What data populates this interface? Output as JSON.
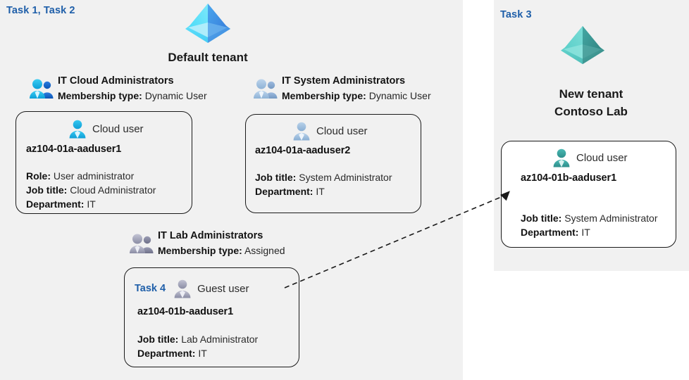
{
  "left_panel": {
    "task_label": "Task 1, Task 2",
    "tenant": {
      "icon": "azure-ad-tenant-diamond-icon",
      "caption": "Default tenant"
    },
    "groups": [
      {
        "icon": "group-users-icon",
        "name": "IT Cloud Administrators",
        "attr_label": "Membership type:",
        "attr_value": "Dynamic User"
      },
      {
        "icon": "group-users-icon",
        "name": "IT System Administrators",
        "attr_label": "Membership type:",
        "attr_value": "Dynamic User"
      },
      {
        "icon": "group-users-icon",
        "name": "IT Lab Administrators",
        "attr_label": "Membership type:",
        "attr_value": "Assigned"
      }
    ],
    "cards": [
      {
        "user_icon": "cloud-user-icon",
        "user_type": "Cloud user",
        "name": "az104-01a-aaduser1",
        "attrs": [
          {
            "label": "Role:",
            "value": "User administrator"
          },
          {
            "label": "Job title:",
            "value": "Cloud Administrator"
          },
          {
            "label": "Department:",
            "value": "IT"
          }
        ]
      },
      {
        "user_icon": "cloud-user-icon",
        "user_type": "Cloud user",
        "name": "az104-01a-aaduser2",
        "attrs": [
          {
            "label": "Job title:",
            "value": "System Administrator"
          },
          {
            "label": "Department:",
            "value": "IT"
          }
        ]
      },
      {
        "inline_task": "Task 4",
        "user_icon": "guest-user-icon",
        "user_type": "Guest user",
        "name": "az104-01b-aaduser1",
        "attrs": [
          {
            "label": "Job title:",
            "value": "Lab Administrator"
          },
          {
            "label": "Department:",
            "value": "IT"
          }
        ]
      }
    ]
  },
  "right_panel": {
    "task_label": "Task 3",
    "tenant": {
      "icon": "azure-ad-tenant-diamond-icon",
      "caption_line1": "New  tenant",
      "caption_line2": "Contoso Lab"
    },
    "card": {
      "user_icon": "cloud-user-icon",
      "user_type": "Cloud user",
      "name": "az104-01b-aaduser1",
      "attrs": [
        {
          "label": "Job title:",
          "value": "System Administrator"
        },
        {
          "label": "Department:",
          "value": "IT"
        }
      ]
    }
  },
  "connector": {
    "name": "guest-invitation-arrow",
    "style": "dashed-arrow"
  },
  "colors": {
    "panel_bg": "#f1f1f1",
    "task_blue": "#1f5fa9",
    "tenant_blue_light": "#50d8f5",
    "tenant_blue_dark": "#3f8ae0",
    "tenant_teal_light": "#5ecfc8",
    "tenant_teal_dark": "#3f928f",
    "user_cyan": "#27b7e8",
    "user_steel": "#a8c4e0",
    "user_gray": "#9a9aad",
    "user_teal": "#37a8a5",
    "border": "#1a1a1a"
  }
}
